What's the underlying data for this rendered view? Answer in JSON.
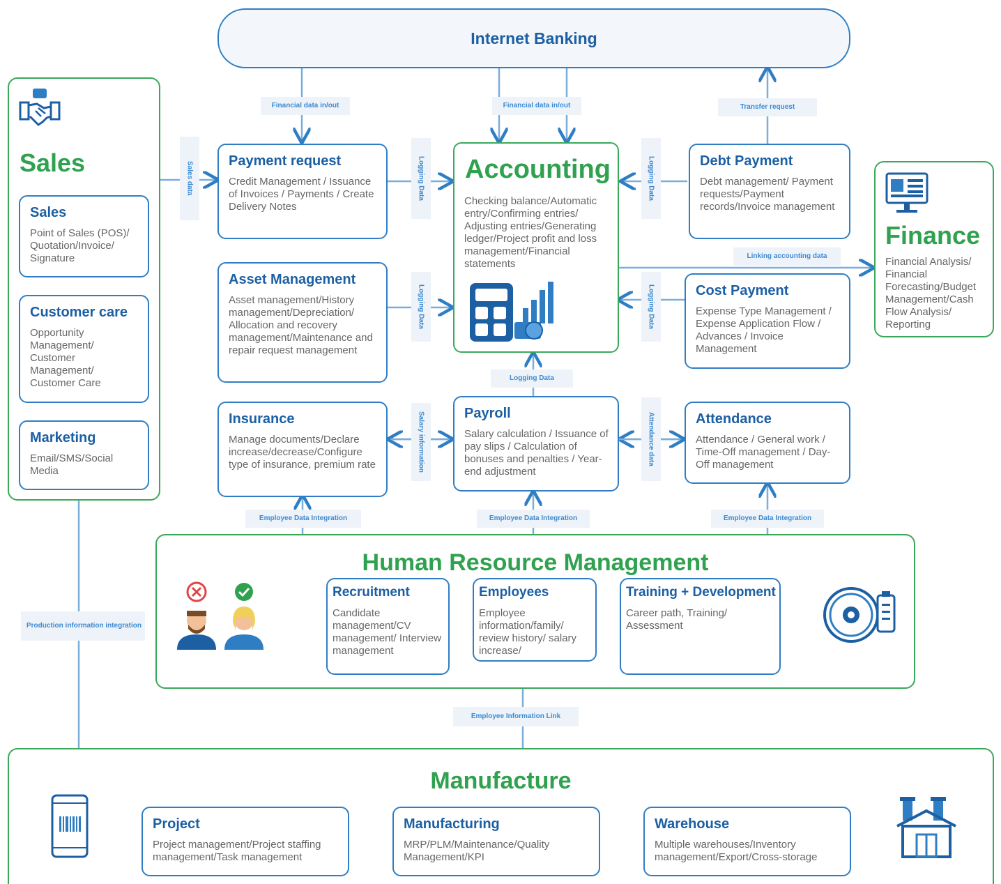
{
  "internet_banking": "Internet Banking",
  "sales": {
    "title": "Sales",
    "items": [
      {
        "title": "Sales",
        "desc": "Point of Sales (POS)/ Quotation/Invoice/ Signature"
      },
      {
        "title": "Customer care",
        "desc": "Opportunity Management/ Customer Management/ Customer Care"
      },
      {
        "title": "Marketing",
        "desc": "Email/SMS/Social Media"
      }
    ]
  },
  "payment_request": {
    "title": "Payment request",
    "desc": "Credit Management / Issuance of Invoices / Payments / Create Delivery Notes"
  },
  "asset_management": {
    "title": "Asset Management",
    "desc": "Asset management/History management/Depreciation/ Allocation and recovery management/Maintenance and repair request management"
  },
  "insurance": {
    "title": "Insurance",
    "desc": "Manage documents/Declare increase/decrease/Configure type of insurance, premium rate"
  },
  "accounting": {
    "title": "Accounting",
    "desc": "Checking balance/Automatic entry/Confirming entries/ Adjusting entries/Generating ledger/Project profit and loss management/Financial statements"
  },
  "debt_payment": {
    "title": "Debt Payment",
    "desc": "Debt management/ Payment requests/Payment records/Invoice management"
  },
  "cost_payment": {
    "title": "Cost Payment",
    "desc": "Expense Type Management / Expense Application Flow / Advances / Invoice Management"
  },
  "payroll": {
    "title": "Payroll",
    "desc": "Salary calculation / Issuance of pay slips / Calculation of bonuses and penalties / Year-end adjustment"
  },
  "attendance": {
    "title": "Attendance",
    "desc": "Attendance / General work / Time-Off management / Day-Off management"
  },
  "finance": {
    "title": "Finance",
    "desc": "Financial Analysis/ Financial Forecasting/Budget Management/Cash Flow Analysis/ Reporting"
  },
  "hr": {
    "title": "Human Resource Management",
    "items": [
      {
        "title": "Recruitment",
        "desc": "Candidate management/CV management/ Interview management"
      },
      {
        "title": "Employees",
        "desc": "Employee information/family/ review history/ salary increase/"
      },
      {
        "title": "Training + Development",
        "desc": "Career path, Training/ Assessment"
      }
    ]
  },
  "manufacture": {
    "title": "Manufacture",
    "items": [
      {
        "title": "Project",
        "desc": "Project management/Project staffing management/Task management"
      },
      {
        "title": "Manufacturing",
        "desc": "MRP/PLM/Maintenance/Quality Management/KPI"
      },
      {
        "title": "Warehouse",
        "desc": "Multiple warehouses/Inventory management/Export/Cross-storage"
      }
    ]
  },
  "labels": {
    "fin_data_1": "Financial data in/out",
    "fin_data_2": "Financial data in/out",
    "transfer": "Transfer request",
    "sales_data": "Sales data",
    "log1": "Logging Data",
    "log2": "Logging Data",
    "log3": "Logging Data",
    "log4": "Logging Data",
    "log5": "Logging Data",
    "linking": "Linking accounting data",
    "salary_info": "Salary information",
    "attendance_data": "Attendance data",
    "emp_int_1": "Employee Data Integration",
    "emp_int_2": "Employee Data Integration",
    "emp_int_3": "Employee Data Integration",
    "production": "Production information integration",
    "emp_link": "Employee Information Link"
  },
  "colors": {
    "blue": "#2f7ec4",
    "green": "#3aa85a",
    "title_blue": "#1c5fa3",
    "label_bg": "#eef3f9"
  },
  "icons": [
    "handshake-icon",
    "dashboard-icon",
    "calculator-icon",
    "reject-icon",
    "approve-icon",
    "gear-clipboard-icon",
    "mobile-barcode-icon",
    "factory-icon"
  ]
}
